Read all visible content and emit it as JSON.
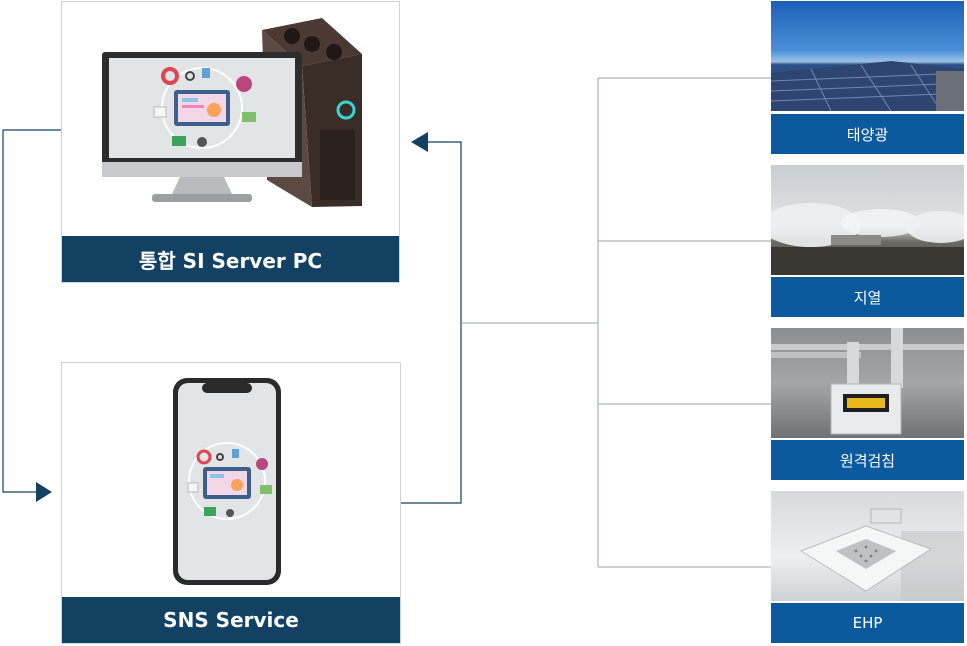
{
  "server_pc": {
    "label": "통합 SI Server PC"
  },
  "sns_service": {
    "label": "SNS Service"
  },
  "sources": [
    {
      "label": "태양광"
    },
    {
      "label": "지열"
    },
    {
      "label": "원격검침"
    },
    {
      "label": "EHP"
    }
  ],
  "colors": {
    "box_label_bg": "#134163",
    "source_label_bg": "#0c5a9e",
    "arrow": "#134163",
    "connector_line": "#9aa3a9"
  }
}
